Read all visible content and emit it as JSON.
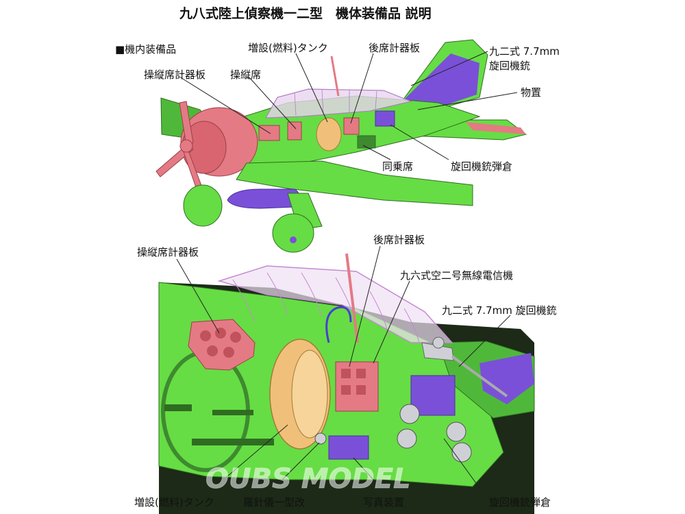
{
  "title": "九八式陸上偵察機一二型　機体装備品 説明",
  "section_heading": "■機内装備品",
  "upper_labels": {
    "fuel_tank": "増設(燃料)タンク",
    "rear_panel": "後席計器板",
    "machine_gun": "九二式 7.7mm\n旋回機銃",
    "storage": "物置",
    "pilot_panel": "操縦席計器板",
    "pilot_seat": "操縦席",
    "crew_seat": "同乗席",
    "magazine": "旋回機銃弾倉"
  },
  "lower_labels": {
    "pilot_panel": "操縦席計器板",
    "rear_panel": "後席計器板",
    "radio": "九六式空二号無線電信機",
    "machine_gun": "九二式 7.7mm 旋回機銃",
    "fuel_tank": "増設(燃料)タンク",
    "compass": "羅針儀一型改",
    "camera": "写真装置",
    "magazine": "旋回機銃弾倉"
  },
  "watermark": "OUBS MODEL",
  "colors": {
    "airframe": "#66dd44",
    "engine": "#e47a84",
    "tank": "#f0c07a",
    "canopy": "#c48ad0",
    "purple": "#7a50d8",
    "dark": "#1c2a17",
    "metal": "#cfd0d6"
  }
}
